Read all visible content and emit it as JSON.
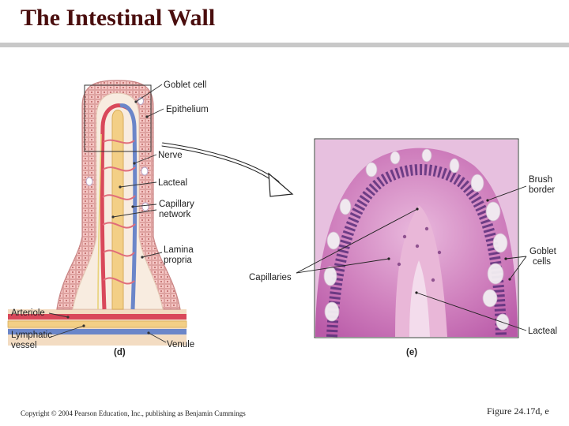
{
  "slide": {
    "title": "The Intestinal Wall",
    "copyright": "Copyright © 2004 Pearson Education, Inc., publishing as Benjamin Cummings",
    "figure_ref": "Figure 24.17d, e"
  },
  "diagram_d": {
    "panel_label": "(d)",
    "labels": {
      "goblet_cell": "Goblet cell",
      "epithelium": "Epithelium",
      "nerve": "Nerve",
      "lacteal": "Lacteal",
      "capillary_network_1": "Capillary",
      "capillary_network_2": "network",
      "lamina_propria_1": "Lamina",
      "lamina_propria_2": "propria",
      "arteriole": "Arteriole",
      "lymphatic_vessel_1": "Lymphatic",
      "lymphatic_vessel_2": "vessel",
      "venule": "Venule"
    }
  },
  "micrograph_e": {
    "panel_label": "(e)",
    "labels": {
      "brush_border_1": "Brush",
      "brush_border_2": "border",
      "goblet_cells_1": "Goblet",
      "goblet_cells_2": "cells",
      "capillaries": "Capillaries",
      "lacteal": "Lacteal"
    }
  }
}
